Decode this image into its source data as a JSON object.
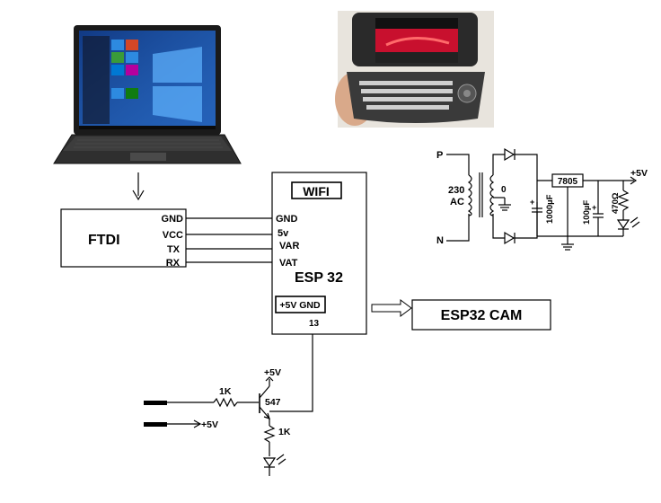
{
  "ftdi": {
    "title": "FTDI",
    "pins": [
      "GND",
      "VCC",
      "TX",
      "RX"
    ]
  },
  "esp32": {
    "title": "ESP 32",
    "wifi_label": "WIFI",
    "pins": [
      "GND",
      "5v",
      "VAR",
      "VAT"
    ],
    "power_label": "+5V GND",
    "pin13_label": "13"
  },
  "esp32cam": {
    "title": "ESP32 CAM"
  },
  "power_supply": {
    "p_label": "P",
    "n_label": "N",
    "voltage_label_1": "230",
    "voltage_label_2": "AC",
    "tap_label": "0",
    "regulator_label": "7805",
    "cap1_label": "1000µF",
    "cap2_label": "100µF",
    "resistor_label": "470Ω",
    "output_label": "+5V"
  },
  "driver": {
    "r1_label": "1K",
    "transistor_label": "547",
    "vcc_label": "+5V",
    "r2_label": "1K",
    "input_label": "+5V"
  },
  "colors": {
    "laptop_screen": "#1b4fa8",
    "phone_screen": "#c8102e"
  }
}
